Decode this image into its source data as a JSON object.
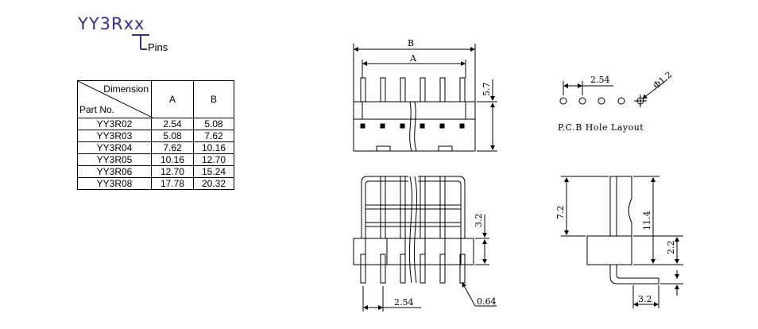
{
  "header": {
    "model": "YY3Rxx",
    "pins_label": "Pins"
  },
  "table": {
    "header_dimension": "Dimension",
    "header_part_no": "Part No.",
    "header_a": "A",
    "header_b": "B",
    "rows": [
      {
        "part": "YY3R02",
        "a": "2.54",
        "b": "5.08"
      },
      {
        "part": "YY3R03",
        "a": "5.08",
        "b": "7.62"
      },
      {
        "part": "YY3R04",
        "a": "7.62",
        "b": "10.16"
      },
      {
        "part": "YY3R05",
        "a": "10.16",
        "b": "12.70"
      },
      {
        "part": "YY3R06",
        "a": "12.70",
        "b": "15.24"
      },
      {
        "part": "YY3R08",
        "a": "17.78",
        "b": "20.32"
      }
    ]
  },
  "drawing": {
    "front_b": "B",
    "front_a": "A",
    "front_height": "5.7",
    "top_height": "3.2",
    "top_pitch": "2.54",
    "top_pin": "0.64",
    "pcb_pitch": "2.54",
    "pcb_hole": "Φ1.2",
    "pcb_caption": "P.C.B Hole Layout",
    "side_72": "7.2",
    "side_114": "11.4",
    "side_22": "2.2",
    "side_32": "3.2"
  }
}
